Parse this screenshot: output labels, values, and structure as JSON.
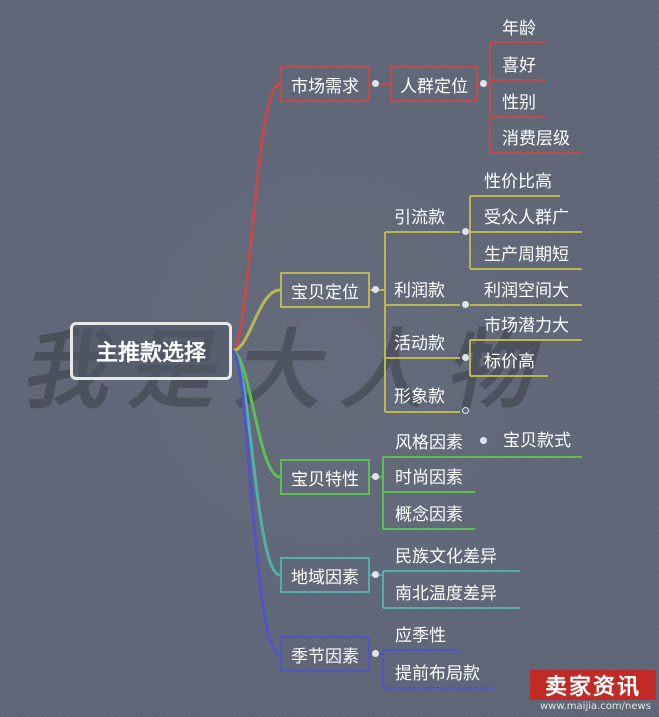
{
  "root": "主推款选择",
  "watermark": "我是大人物",
  "colors": {
    "red": "#c24a4a",
    "yellow": "#bcb650",
    "green": "#5dbf53",
    "teal": "#52b0a8",
    "blue": "#4f55c2",
    "background": "#5d6677"
  },
  "branches": [
    {
      "label": "市场需求",
      "children": [
        {
          "label": "人群定位",
          "children": [
            "年龄",
            "喜好",
            "性别",
            "消费层级"
          ]
        }
      ]
    },
    {
      "label": "宝贝定位",
      "children": [
        {
          "label": "引流款",
          "children": [
            "性价比高",
            "受众人群广",
            "生产周期短"
          ]
        },
        {
          "label": "利润款",
          "children": [
            "利润空间大"
          ]
        },
        {
          "label": "活动款",
          "children": [
            "市场潜力大",
            "标价高"
          ]
        },
        {
          "label": "形象款",
          "children": []
        }
      ]
    },
    {
      "label": "宝贝特性",
      "children": [
        {
          "label": "风格因素",
          "children": [
            "宝贝款式"
          ]
        },
        {
          "label": "时尚因素",
          "children": []
        },
        {
          "label": "概念因素",
          "children": []
        }
      ]
    },
    {
      "label": "地域因素",
      "children": [
        {
          "label": "民族文化差异",
          "children": []
        },
        {
          "label": "南北温度差异",
          "children": []
        }
      ]
    },
    {
      "label": "季节因素",
      "children": [
        {
          "label": "应季性",
          "children": []
        },
        {
          "label": "提前布局款",
          "children": []
        }
      ]
    }
  ],
  "logo": {
    "text": "卖家资讯",
    "url": "www.maijia.com/news"
  }
}
